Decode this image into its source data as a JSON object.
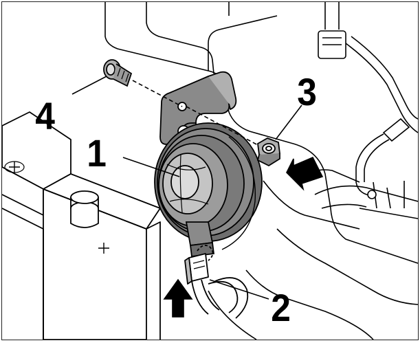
{
  "callouts": [
    {
      "id": "1",
      "label": "1"
    },
    {
      "id": "2",
      "label": "2"
    },
    {
      "id": "3",
      "label": "3"
    },
    {
      "id": "4",
      "label": "4"
    }
  ],
  "colors": {
    "line": "#000000",
    "part_fill": "#9a9a9a",
    "part_dark": "#6e6e6e",
    "part_light": "#c4c4c4",
    "background": "#ffffff"
  },
  "icons": [
    "horn-assembly",
    "mounting-bracket",
    "flange-nut",
    "bolt",
    "connector",
    "battery",
    "arrow"
  ]
}
